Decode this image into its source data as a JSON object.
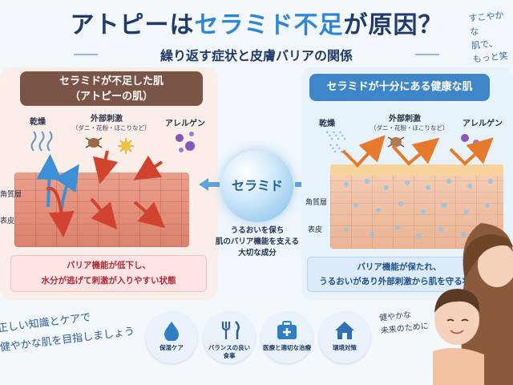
{
  "header": {
    "title_parts": [
      "アトピーは",
      "セラミド不足",
      "が原因？"
    ],
    "subtitle": "繰り返す症状と皮膚バリアの関係",
    "corner_note": "すこやかな\n肌で、\nもっと笑顔"
  },
  "left_panel": {
    "title_line1": "セラミドが不足した肌",
    "title_line2": "（アトピーの肌）",
    "dryness_label": "乾燥",
    "stimulus_label": "外部刺激",
    "stimulus_sub": "（ダニ・花粉・ほこりなど）",
    "allergen_label": "アレルゲン",
    "layer_stratum": "角質層",
    "layer_epidermis": "表皮",
    "caption_line1": "バリア機能が低下し、",
    "caption_line2": "水分が逃げて刺激が入りやすい状態"
  },
  "center": {
    "circle_label": "セラミド",
    "caption_line1": "うるおいを保ち",
    "caption_line2": "肌のバリア機能を支える",
    "caption_line3": "大切な成分"
  },
  "right_panel": {
    "title": "セラミドが十分にある健康な肌",
    "dryness_label": "乾燥",
    "stimulus_label": "外部刺激",
    "stimulus_sub": "（ダニ・花粉・ほこりなど）",
    "allergen_label": "アレルゲン",
    "layer_stratum": "角質層",
    "layer_epidermis": "表皮",
    "caption_line1": "バリア機能が保たれ、",
    "caption_line2": "うるおいがあり外部刺激から肌を守る状態"
  },
  "bottom": {
    "left_text_line1": "正しい知識とケアで",
    "left_text_line2": "健やかな肌を目指しましょう",
    "care_items": [
      {
        "label_line1": "保湿ケア",
        "label_line2": ""
      },
      {
        "label_line1": "バランスの良い",
        "label_line2": "食事"
      },
      {
        "label_line1": "医療と適切な治療",
        "label_line2": ""
      },
      {
        "label_line1": "環境対策",
        "label_line2": ""
      }
    ],
    "family_note": "健やかな\n未来のために"
  },
  "colors": {
    "title": "#1f3a6b",
    "accent": "#2f86d6",
    "left_header": "#7a5546",
    "right_header": "#3f86c8",
    "left_caption_text": "#b02a3a",
    "right_caption_text": "#1f4f8a"
  }
}
